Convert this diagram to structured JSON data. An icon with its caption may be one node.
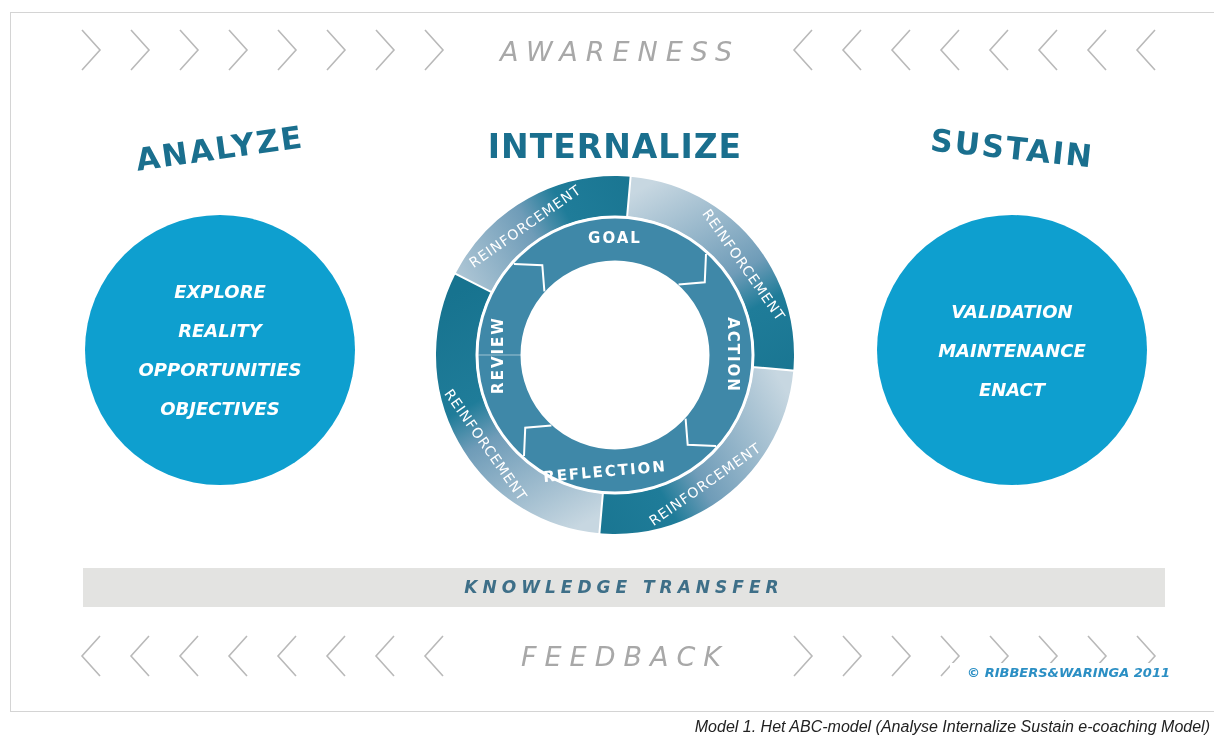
{
  "diagram": {
    "caption": "Model 1. Het ABC-model (Analyse Internalize Sustain e-coaching Model)",
    "nodes": [
      {
        "text": [
          "ANALYZE",
          "EXPLORE",
          "REALITY",
          "OPPORTUNITIES",
          "OBJECTIVES"
        ]
      },
      {
        "text": [
          "INTERNALIZE"
        ]
      },
      {
        "text": [
          "REINFORCEMENT"
        ],
        "in": 1
      },
      {
        "text": [
          "REINFORCEMENT"
        ],
        "in": 1
      },
      {
        "text": [
          "GOAL"
        ],
        "in": 1
      },
      {
        "text": [
          "REVIEW"
        ],
        "in": 1
      },
      {
        "text": [
          "ACTION"
        ],
        "in": 1
      },
      {
        "text": [
          "REFLECTION"
        ],
        "in": 1
      },
      {
        "text": [
          "REINFORCEMENT"
        ],
        "in": 1
      },
      {
        "text": [
          "REINFORCEMENT"
        ],
        "in": 1
      },
      {
        "text": [
          "SUSTAIN",
          "VALIDATION",
          "MAINTENANCE",
          "ENACT"
        ]
      },
      {
        "text": [
          "KNOWLEDGE TRANSFER"
        ]
      }
    ],
    "labels": [
      "AWARENESS",
      "FEEDBACK",
      "© RIBBERS&WARINGA 2011"
    ]
  }
}
